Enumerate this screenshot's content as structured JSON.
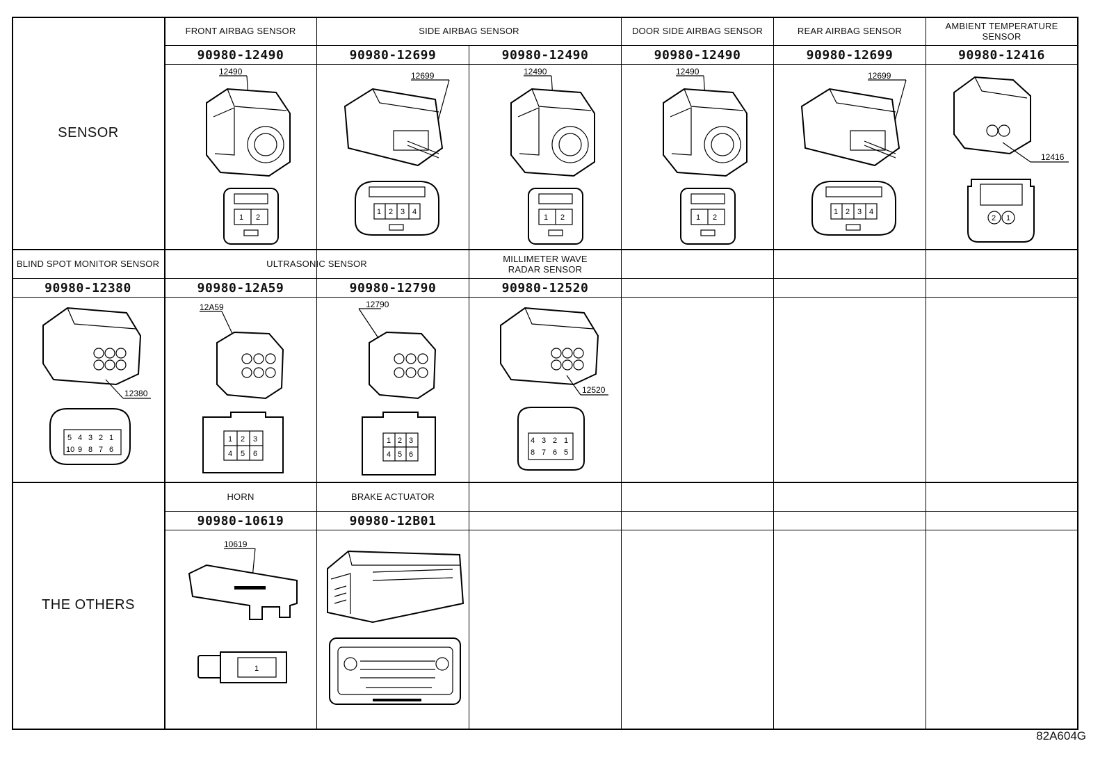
{
  "categories": {
    "sensor": "SENSOR",
    "others": "THE OTHERS"
  },
  "row1": [
    {
      "title": "FRONT AIRBAG SENSOR",
      "part": "90980-12490",
      "callout": "12490",
      "face": [
        "1",
        "2"
      ]
    },
    {
      "title": "SIDE AIRBAG SENSOR",
      "part": "90980-12699",
      "callout": "12699",
      "face": [
        "1",
        "2",
        "3",
        "4"
      ]
    },
    {
      "part": "90980-12490",
      "callout": "12490",
      "face": [
        "1",
        "2"
      ]
    },
    {
      "title": "DOOR SIDE AIRBAG SENSOR",
      "part": "90980-12490",
      "callout": "12490",
      "face": [
        "1",
        "2"
      ]
    },
    {
      "title": "REAR AIRBAG SENSOR",
      "part": "90980-12699",
      "callout": "12699",
      "face": [
        "1",
        "2",
        "3",
        "4"
      ]
    },
    {
      "title": "AMBIENT TEMPERATURE\nSENSOR",
      "part": "90980-12416",
      "callout": "12416",
      "face": [
        "2",
        "1"
      ]
    }
  ],
  "row2": [
    {
      "title": "BLIND SPOT MONITOR SENSOR",
      "part": "90980-12380",
      "callout": "12380",
      "face": [
        "5",
        "4",
        "3",
        "2",
        "1",
        "10",
        "9",
        "8",
        "7",
        "6"
      ]
    },
    {
      "title": "ULTRASONIC SENSOR",
      "part": "90980-12A59",
      "callout": "12A59",
      "face": [
        "1",
        "2",
        "3",
        "4",
        "5",
        "6"
      ]
    },
    {
      "part": "90980-12790",
      "callout": "12790",
      "face": [
        "1",
        "2",
        "3",
        "4",
        "5",
        "6"
      ]
    },
    {
      "title": "MILLIMETER WAVE\nRADAR SENSOR",
      "part": "90980-12520",
      "callout": "12520",
      "face": [
        "4",
        "3",
        "2",
        "1",
        "8",
        "7",
        "6",
        "5"
      ]
    }
  ],
  "row3": [
    {
      "title": "HORN",
      "part": "90980-10619",
      "callout": "10619",
      "face": [
        "1"
      ]
    },
    {
      "title": "BRAKE ACTUATOR",
      "part": "90980-12B01"
    }
  ],
  "figure_code": "82A604G"
}
